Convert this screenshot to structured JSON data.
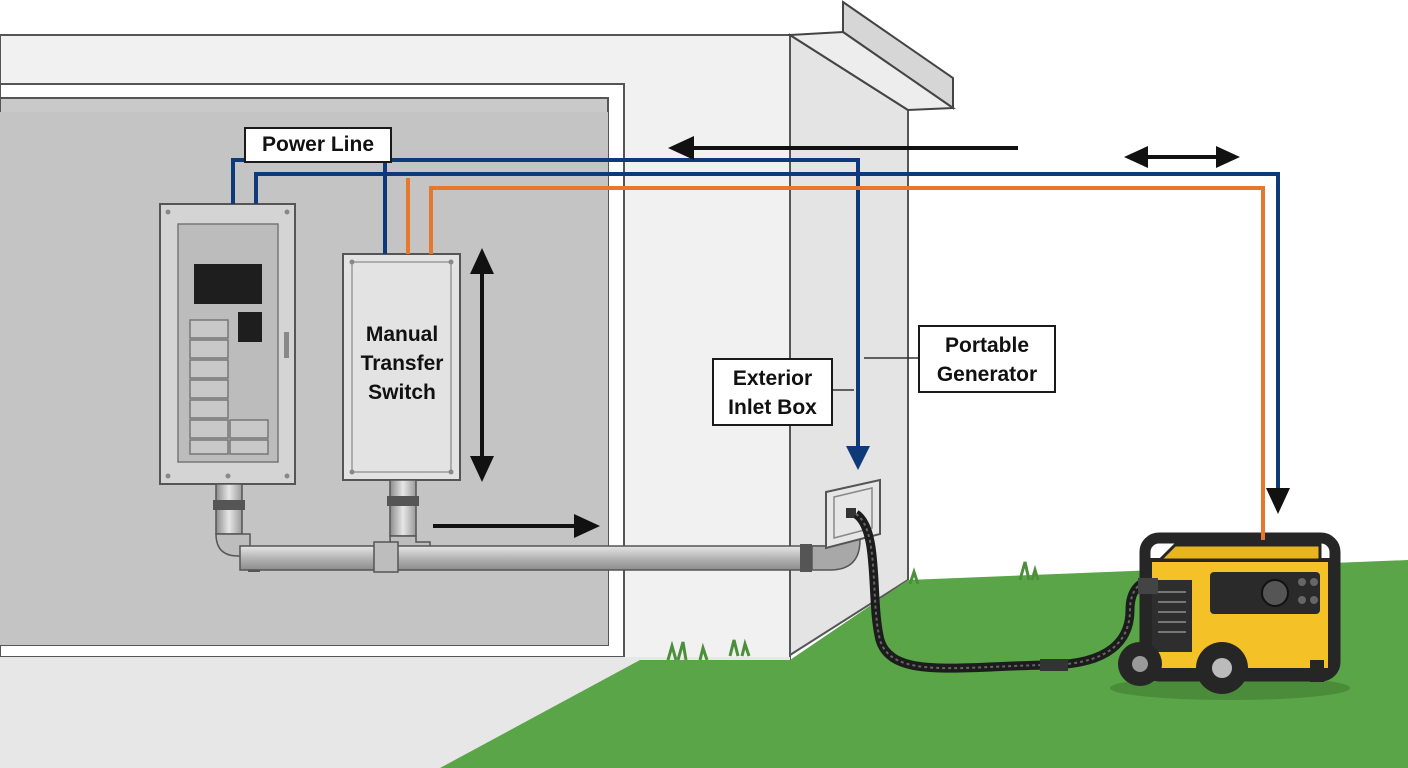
{
  "labels": {
    "power_line": "Power Line",
    "manual_transfer_switch": [
      "Manual",
      "Transfer",
      "Switch"
    ],
    "exterior_inlet_box": [
      "Exterior",
      "Inlet Box"
    ],
    "portable_generator": [
      "Portable",
      "Generator"
    ]
  },
  "colors": {
    "blue_wire": "#0e3a7a",
    "orange_wire": "#e8772e",
    "wall_face": "#c9c9c9",
    "exterior_wall": "#f1f1f1",
    "grass": "#5aa548",
    "generator_body": "#f4c227",
    "generator_frame": "#262626",
    "conduit": "#b9b9b9",
    "arrow": "#111111"
  },
  "icons": {
    "panel": "breaker-panel-icon",
    "switch": "transfer-switch-icon",
    "inlet": "inlet-box-icon",
    "generator": "generator-icon"
  }
}
